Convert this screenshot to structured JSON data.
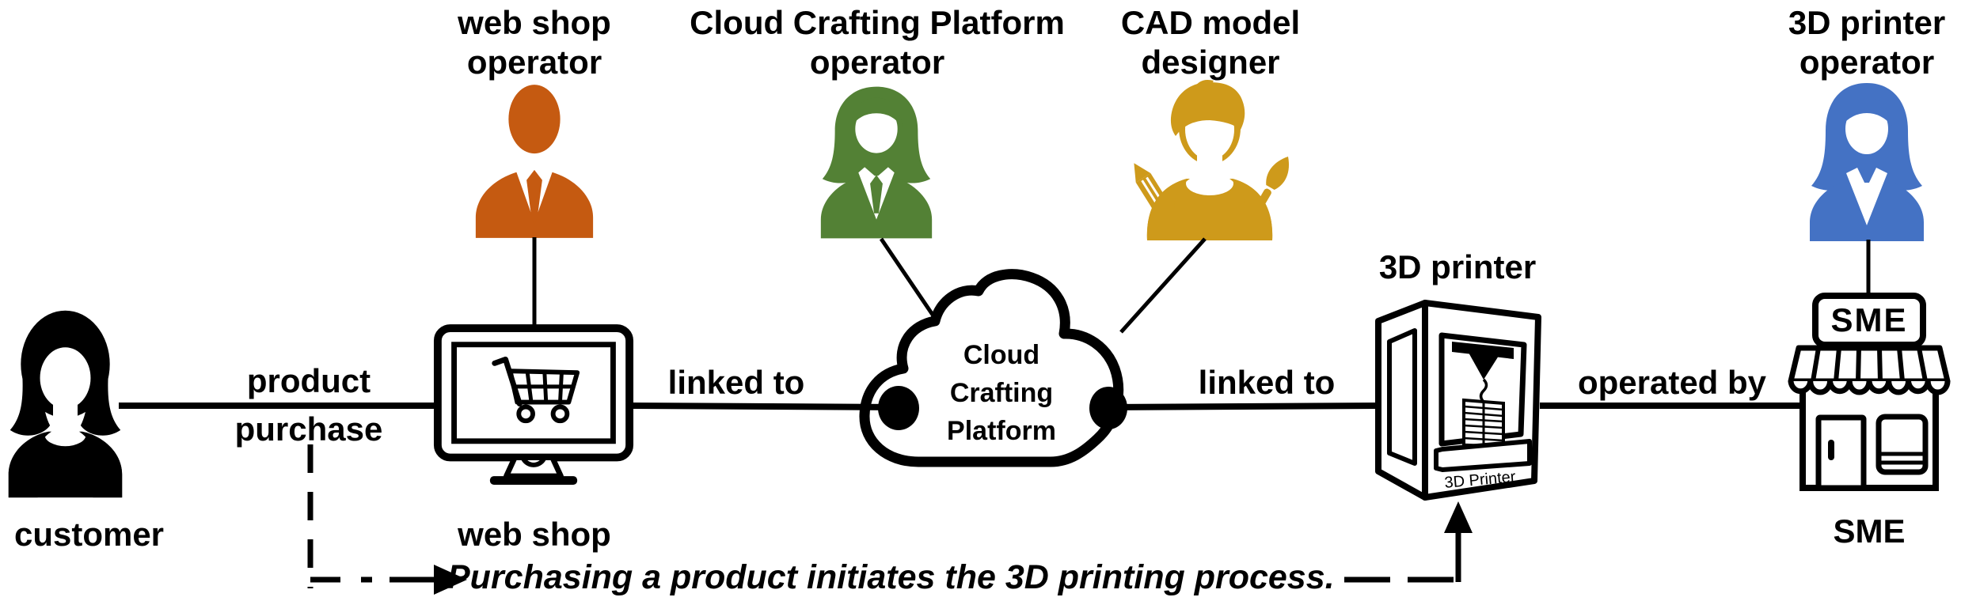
{
  "colors": {
    "orange": "#C55A11",
    "green": "#538135",
    "gold": "#CE9A1B",
    "blue": "#4472C4",
    "line": "#000000"
  },
  "headers": {
    "web_shop_operator": {
      "line1": "web shop",
      "line2": "operator"
    },
    "ccp_operator": {
      "line1": "Cloud Crafting Platform",
      "line2": "operator"
    },
    "cad_designer": {
      "line1": "CAD model",
      "line2": "designer"
    },
    "printer_operator": {
      "line1": "3D printer",
      "line2": "operator"
    }
  },
  "nodes": {
    "customer": {
      "label": "customer"
    },
    "web_shop": {
      "label": "web shop"
    },
    "cloud": {
      "line1": "Cloud",
      "line2": "Crafting",
      "line3": "Platform"
    },
    "printer_3d": {
      "title": "3D printer",
      "device_label": "3D Printer"
    },
    "sme": {
      "label": "SME",
      "sign_text": "SME"
    }
  },
  "edge_labels": {
    "product_purchase_line1": "product",
    "product_purchase_line2": "purchase",
    "linked_to_left": "linked to",
    "linked_to_right": "linked to",
    "operated_by": "operated by"
  },
  "annotation": {
    "note": "Purchasing a product initiates the 3D printing process."
  },
  "icons": {
    "customer": "woman-silhouette-icon",
    "web_shop": "monitor-shopping-cart-icon",
    "web_shop_operator": "businessman-icon",
    "ccp_operator": "businesswoman-icon",
    "cad_designer": "designer-with-pencil-and-brush-icon",
    "cloud": "cloud-outline-icon",
    "printer_3d": "3d-printer-box-icon",
    "printer_operator": "businesswoman-icon",
    "sme": "storefront-icon"
  }
}
